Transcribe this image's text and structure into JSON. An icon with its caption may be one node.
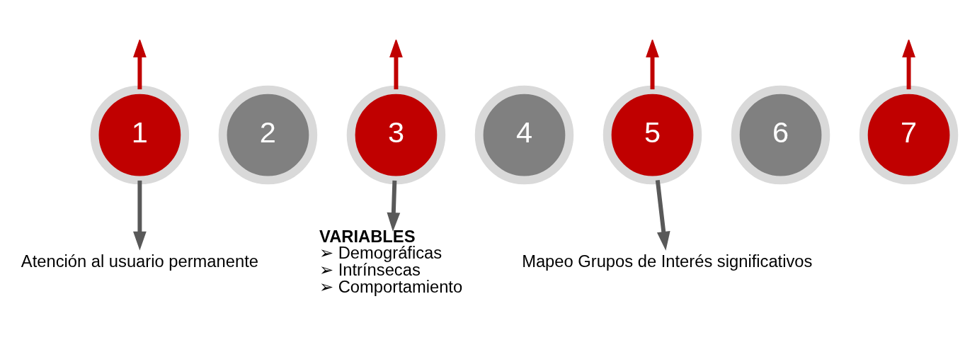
{
  "diagram": {
    "nodes": [
      {
        "text": [
          "1"
        ]
      },
      {
        "text": [
          "2"
        ]
      },
      {
        "text": [
          "3"
        ]
      },
      {
        "text": [
          "4"
        ]
      },
      {
        "text": [
          "5"
        ]
      },
      {
        "text": [
          "6"
        ]
      },
      {
        "text": [
          "7"
        ]
      },
      {
        "text": [
          "Atención al usuario permanente"
        ]
      },
      {
        "text": [
          "VARIABLES",
          "➢ Demográficas",
          "➢ Intrínsecas",
          "➢ Comportamiento"
        ]
      },
      {
        "text": [
          "Mapeo Grupos de Interés significativos"
        ]
      }
    ],
    "edges": [
      {
        "from": 0,
        "to": null,
        "arrow": "to"
      },
      {
        "from": 2,
        "to": null,
        "arrow": "to"
      },
      {
        "from": 4,
        "to": null,
        "arrow": "to"
      },
      {
        "from": 6,
        "to": null,
        "arrow": "to"
      },
      {
        "from": 0,
        "to": 7,
        "arrow": "to",
        "color": "#595959"
      },
      {
        "from": 2,
        "to": 8,
        "arrow": "to",
        "color": "#595959"
      },
      {
        "from": 4,
        "to": 9,
        "arrow": "to",
        "color": "#595959"
      }
    ]
  }
}
